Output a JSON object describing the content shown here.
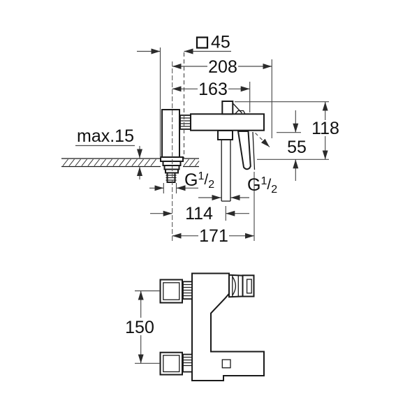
{
  "drawing": {
    "kind": "installation dimension drawing, wall/deck mounted single-lever bath mixer",
    "units": "mm",
    "background": "#ffffff",
    "object_line_color": "#1a1a1a",
    "dimension_line_color": "#4a4a4a"
  },
  "side_view": {
    "name": "side mounting view",
    "dimensions": {
      "escutcheon_square_symbol": "□",
      "escutcheon_square": "45",
      "total_projection": "208",
      "handle_projection": "163",
      "max_mounting_thickness": "max.15",
      "overall_height": "118",
      "outlet_height": "55",
      "inlet_offset": "114",
      "handle_offset": "171",
      "inlet_thread_g": "G",
      "inlet_thread_num": "1",
      "inlet_thread_slash": "/",
      "inlet_thread_den": "2",
      "outlet_thread_g": "G",
      "outlet_thread_num": "1",
      "outlet_thread_slash": "/",
      "outlet_thread_den": "2"
    }
  },
  "front_view": {
    "name": "front view",
    "dimensions": {
      "connection_spacing": "150"
    }
  }
}
